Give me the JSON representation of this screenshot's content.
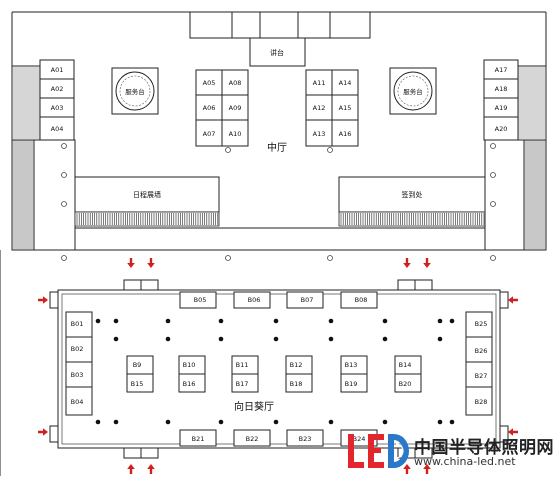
{
  "hall": {
    "podium": "讲台",
    "service_desk_left": "服务台",
    "service_desk_right": "服务台",
    "middle_hall": "中厅",
    "exhibition_wall": "日程展墙",
    "signin": "签到处",
    "sunflower_hall": "向日葵厅"
  },
  "booths": {
    "left_column": [
      "A01",
      "A02",
      "A03",
      "A04"
    ],
    "right_column": [
      "A17",
      "A18",
      "A19",
      "A20"
    ],
    "center_left": [
      "A05",
      "A08",
      "A06",
      "A09",
      "A07",
      "A10"
    ],
    "center_right": [
      "A11",
      "A14",
      "A12",
      "A15",
      "A13",
      "A16"
    ],
    "top_row": [
      "B05",
      "B06",
      "B07",
      "B08"
    ],
    "bottom_row": [
      "B21",
      "B22",
      "B23",
      "B24"
    ],
    "west_wall": [
      "B01",
      "B02",
      "B03",
      "B04"
    ],
    "east_wall": [
      "B25",
      "B26",
      "B27",
      "B28"
    ],
    "center_pairs": [
      [
        "B9",
        "B15"
      ],
      [
        "B10",
        "B16"
      ],
      [
        "B11",
        "B17"
      ],
      [
        "B12",
        "B18"
      ],
      [
        "B13",
        "B19"
      ],
      [
        "B14",
        "B20"
      ]
    ]
  },
  "watermark": {
    "logo_text": "LED",
    "title": "中国半导体照明网",
    "url": "www.china-led.net",
    "colors": {
      "red": "#e3262b",
      "blue": "#2a78c8",
      "gray": "#555555"
    }
  },
  "colors": {
    "line": "#222222",
    "wall_gray": "#c8c8c8",
    "arrow": "#d21f1f"
  }
}
